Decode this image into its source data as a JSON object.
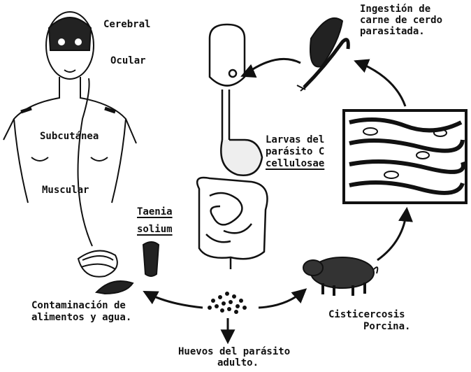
{
  "labels": {
    "cerebral": "Cerebral",
    "ocular": "Ocular",
    "subcutanea": "Subcutánea",
    "muscular": "Muscular",
    "ingestion": [
      "Ingestión de",
      "carne de cerdo",
      "parasitada."
    ],
    "larvas": [
      "Larvas del",
      "parásito C",
      "cellulosae"
    ],
    "taenia": [
      "Taenia",
      "solium"
    ],
    "contaminacion": [
      "Contaminación de",
      "alimentos y agua."
    ],
    "cisticercosis": [
      "Cisticercosis",
      "Porcina."
    ],
    "huevos": [
      "Huevos del parásito",
      "adulto."
    ]
  },
  "colors": {
    "ink": "#111111",
    "paper": "#ffffff"
  }
}
